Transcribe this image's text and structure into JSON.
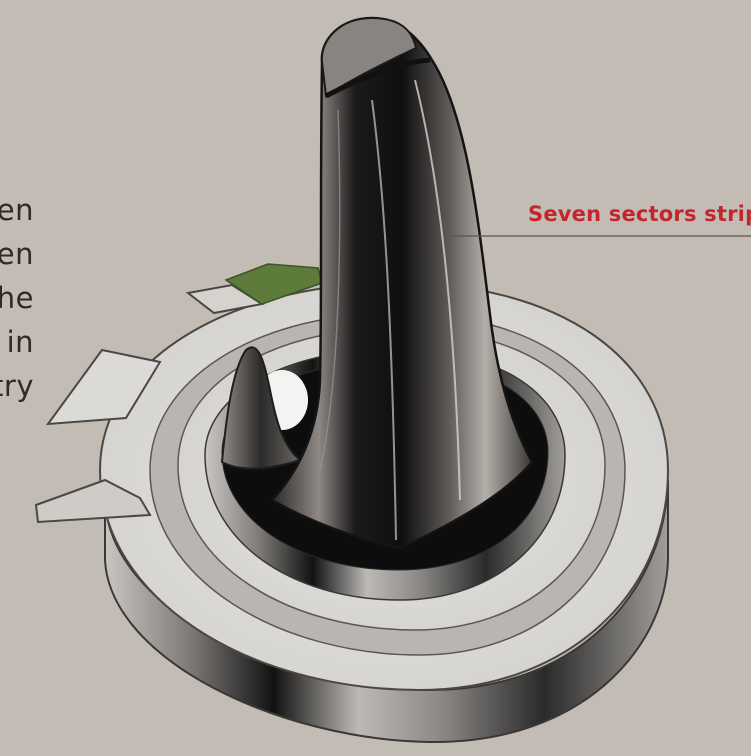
{
  "callout": {
    "label": "Seven sectors strip",
    "color": "#c4242b",
    "line_color": "#5a5450"
  },
  "side_text": {
    "lines": [
      "en",
      "en",
      "he",
      "in",
      "try"
    ]
  },
  "colors": {
    "background": "#c3bcb4",
    "platform_top": "#dedcd7",
    "platform_edge": "#8f8c88",
    "monument_dark": "#1a1919",
    "monument_highlight": "#a8a39f",
    "grass": "#5d7b3a"
  }
}
